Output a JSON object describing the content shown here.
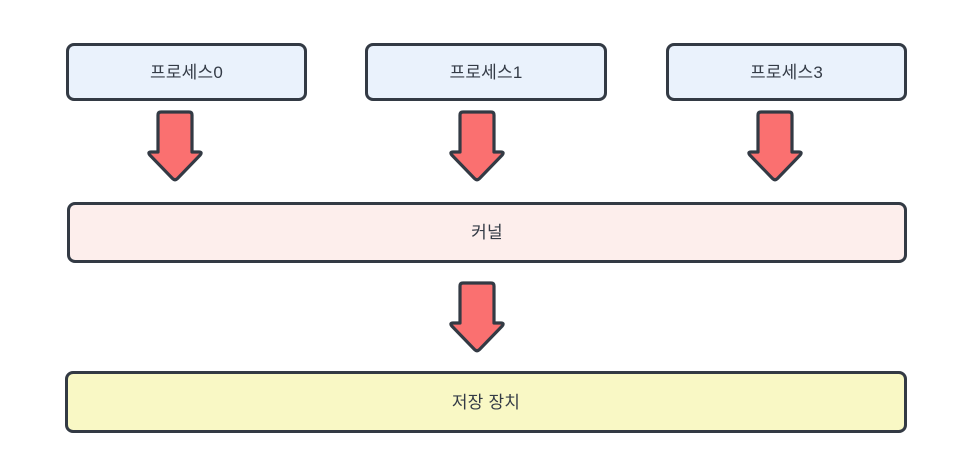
{
  "diagram": {
    "type": "flowchart",
    "colors": {
      "background": "#ffffff",
      "stroke": "#333a44",
      "text": "#343b46",
      "arrow_fill": "#fa7070",
      "process_fill": "#eaf2fc",
      "kernel_fill": "#fdeeec",
      "storage_fill": "#f9f8c5"
    },
    "processes": [
      {
        "label": "프로세스0"
      },
      {
        "label": "프로세스1"
      },
      {
        "label": "프로세스3"
      }
    ],
    "kernel": {
      "label": "커널"
    },
    "storage": {
      "label": "저장 장치"
    },
    "arrows": [
      {
        "from": "프로세스0",
        "to": "커널"
      },
      {
        "from": "프로세스1",
        "to": "커널"
      },
      {
        "from": "프로세스3",
        "to": "커널"
      },
      {
        "from": "커널",
        "to": "저장 장치"
      }
    ]
  }
}
